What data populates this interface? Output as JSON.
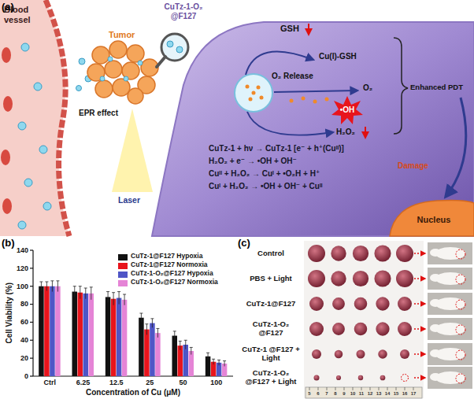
{
  "diagram": {
    "nodes": [
      {
        "text": [
          "Blood vessel"
        ]
      },
      {
        "text": [
          "CuTz-1 + hν → CuTz-1 [e⁻ + h⁺(Cuᴵᴵ)]",
          "H₂O₂ + e⁻ → •OH + OH⁻",
          "Cuᴵᴵ + H₂O₂ → Cuᴵ + •O₂H + H⁺",
          "Cuᴵ + H₂O₂ → •OH + OH⁻ + Cuᴵᴵ"
        ]
      },
      {
        "text": [
          "•OH"
        ],
        "in": 1
      },
      {
        "text": [
          "Nucleus"
        ],
        "in": 1
      }
    ],
    "labels": [
      "(a)",
      "Tumor",
      "EPR effect",
      "Laser",
      "CuTz-1-O₂ @F127",
      "GSH",
      "Cu(I)-GSH",
      "O₂ Release",
      "O₂",
      "H₂O₂",
      "Enhanced PDT",
      "Damage",
      "(b)",
      "Cell Viability (%)",
      "0",
      "20",
      "40",
      "60",
      "80",
      "100",
      "120",
      "140",
      "Ctrl",
      "6.25",
      "12.5",
      "25",
      "50",
      "100",
      "Concentration of Cu (μM)",
      "(c)",
      "Control",
      "PBS + Light",
      "CuTz-1@F127",
      "CuTz-1-O₂ @F127",
      "CuTz-1 @F127 + Light",
      "CuTz-1-O₂ @F127 + Light",
      "5",
      "6",
      "7",
      "8",
      "9",
      "10",
      "11",
      "12",
      "13",
      "14",
      "15",
      "16",
      "17"
    ],
    "legend": [
      {
        "text": "CuTz-1@F127 Hypoxia",
        "color": "#111111"
      },
      {
        "text": "CuTz-1@F127 Normoxia",
        "color": "#e8141c"
      },
      {
        "text": "CuTz-1-O₂@F127 Hypoxia",
        "color": "#4f55c6"
      },
      {
        "text": "CuTz-1-O₂@F127 Normoxia",
        "color": "#e584d6"
      }
    ]
  }
}
